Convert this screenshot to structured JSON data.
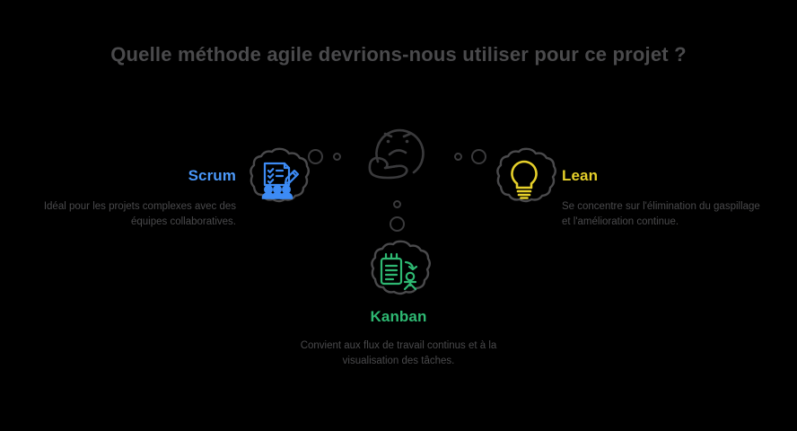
{
  "page": {
    "background_color": "#000000",
    "title": "Quelle méthode agile devrions-nous utiliser pour ce projet ?",
    "title_color": "#4a4a4c"
  },
  "center": {
    "icon": "thinking-face-icon",
    "icon_color": "#3a3a3c"
  },
  "bubbles": [
    {
      "name": "bubble-left-big",
      "size": 17
    },
    {
      "name": "bubble-left-small",
      "size": 9
    },
    {
      "name": "bubble-right-small",
      "size": 9
    },
    {
      "name": "bubble-right-big",
      "size": 17
    },
    {
      "name": "bubble-down-small",
      "size": 9
    },
    {
      "name": "bubble-down-big",
      "size": 17
    }
  ],
  "options": [
    {
      "id": "scrum",
      "label": "Scrum",
      "label_color": "#3d8bf5",
      "description": "Idéal pour les projets complexes avec des équipes collaboratives.",
      "description_color": "#4a4a4c",
      "icon": "checklist-team-icon",
      "icon_color": "#3d8bf5",
      "cloud_color": "#4a4a4c"
    },
    {
      "id": "lean",
      "label": "Lean",
      "label_color": "#e6d02a",
      "description": "Se concentre sur l'élimination du gaspillage et l'amélioration continue.",
      "description_color": "#4a4a4c",
      "icon": "lightbulb-icon",
      "icon_color": "#e6d02a",
      "cloud_color": "#4a4a4c"
    },
    {
      "id": "kanban",
      "label": "Kanban",
      "label_color": "#2eb872",
      "description": "Convient aux flux de travail continus et à la visualisation des tâches.",
      "description_color": "#4a4a4c",
      "icon": "notepad-workflow-icon",
      "icon_color": "#2eb872",
      "cloud_color": "#4a4a4c"
    }
  ]
}
